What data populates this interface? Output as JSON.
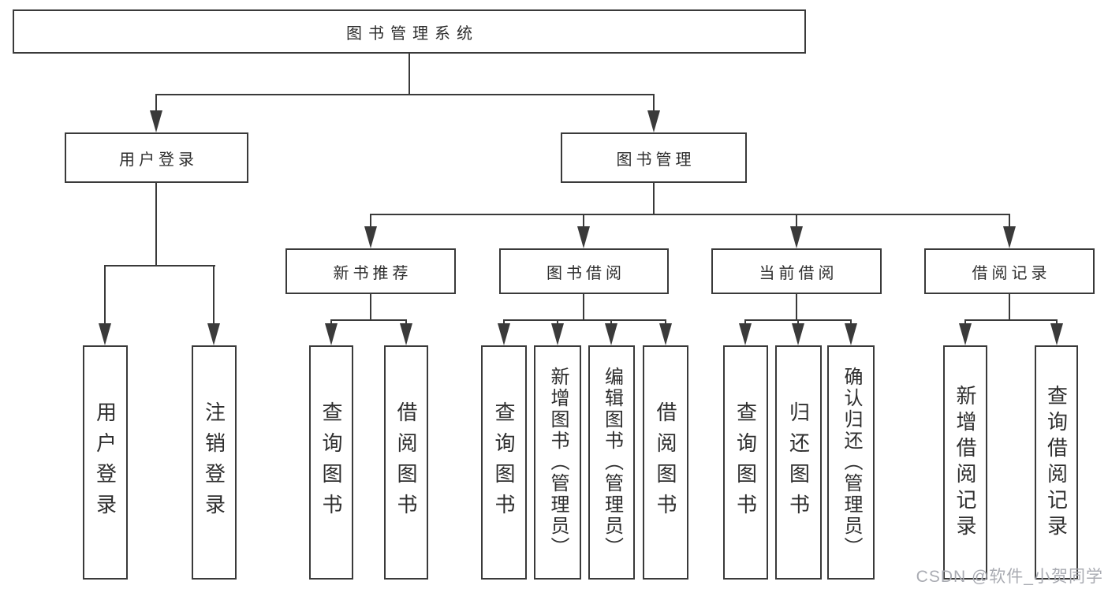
{
  "tree": {
    "root": {
      "label": "图书管理系统"
    },
    "level2": [
      {
        "label": "用户登录",
        "leaves": [
          "用户登录",
          "注销登录"
        ]
      },
      {
        "label": "图书管理",
        "groups": [
          {
            "label": "新书推荐",
            "leaves": [
              "查询图书",
              "借阅图书"
            ]
          },
          {
            "label": "图书借阅",
            "leaves": [
              "查询图书",
              "新增图书（管理员）",
              "编辑图书（管理员）",
              "借阅图书"
            ]
          },
          {
            "label": "当前借阅",
            "leaves": [
              "查询图书",
              "归还图书",
              "确认归还（管理员）"
            ]
          },
          {
            "label": "借阅记录",
            "leaves": [
              "新增借阅记录",
              "查询借阅记录"
            ]
          }
        ]
      }
    ]
  },
  "watermark": {
    "text": "CSDN @软件_小贺同学"
  },
  "colors": {
    "line": "#3a3a3a",
    "text": "#2e2e2e",
    "background": "#ffffff",
    "watermark_text": "#a9abb2"
  },
  "icons": {
    "arrow": "arrow-down"
  }
}
